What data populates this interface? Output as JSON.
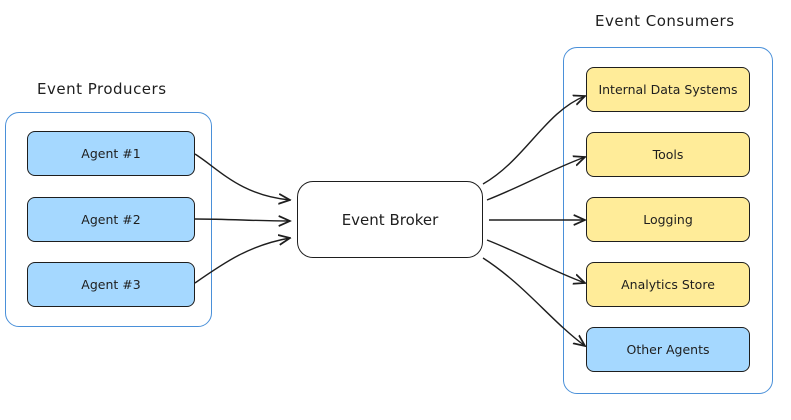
{
  "producers": {
    "title": "Event Producers",
    "items": [
      "Agent #1",
      "Agent #2",
      "Agent #3"
    ]
  },
  "broker": {
    "label": "Event Broker"
  },
  "consumers": {
    "title": "Event Consumers",
    "items": [
      {
        "label": "Internal Data Systems",
        "color": "#ffec99"
      },
      {
        "label": "Tools",
        "color": "#ffec99"
      },
      {
        "label": "Logging",
        "color": "#ffec99"
      },
      {
        "label": "Analytics Store",
        "color": "#ffec99"
      },
      {
        "label": "Other Agents",
        "color": "#a5d8ff"
      }
    ]
  },
  "colors": {
    "group_border": "#4a90d9",
    "producer_fill": "#a5d8ff",
    "consumer_fill": "#ffec99",
    "stroke": "#1e1e1e"
  }
}
